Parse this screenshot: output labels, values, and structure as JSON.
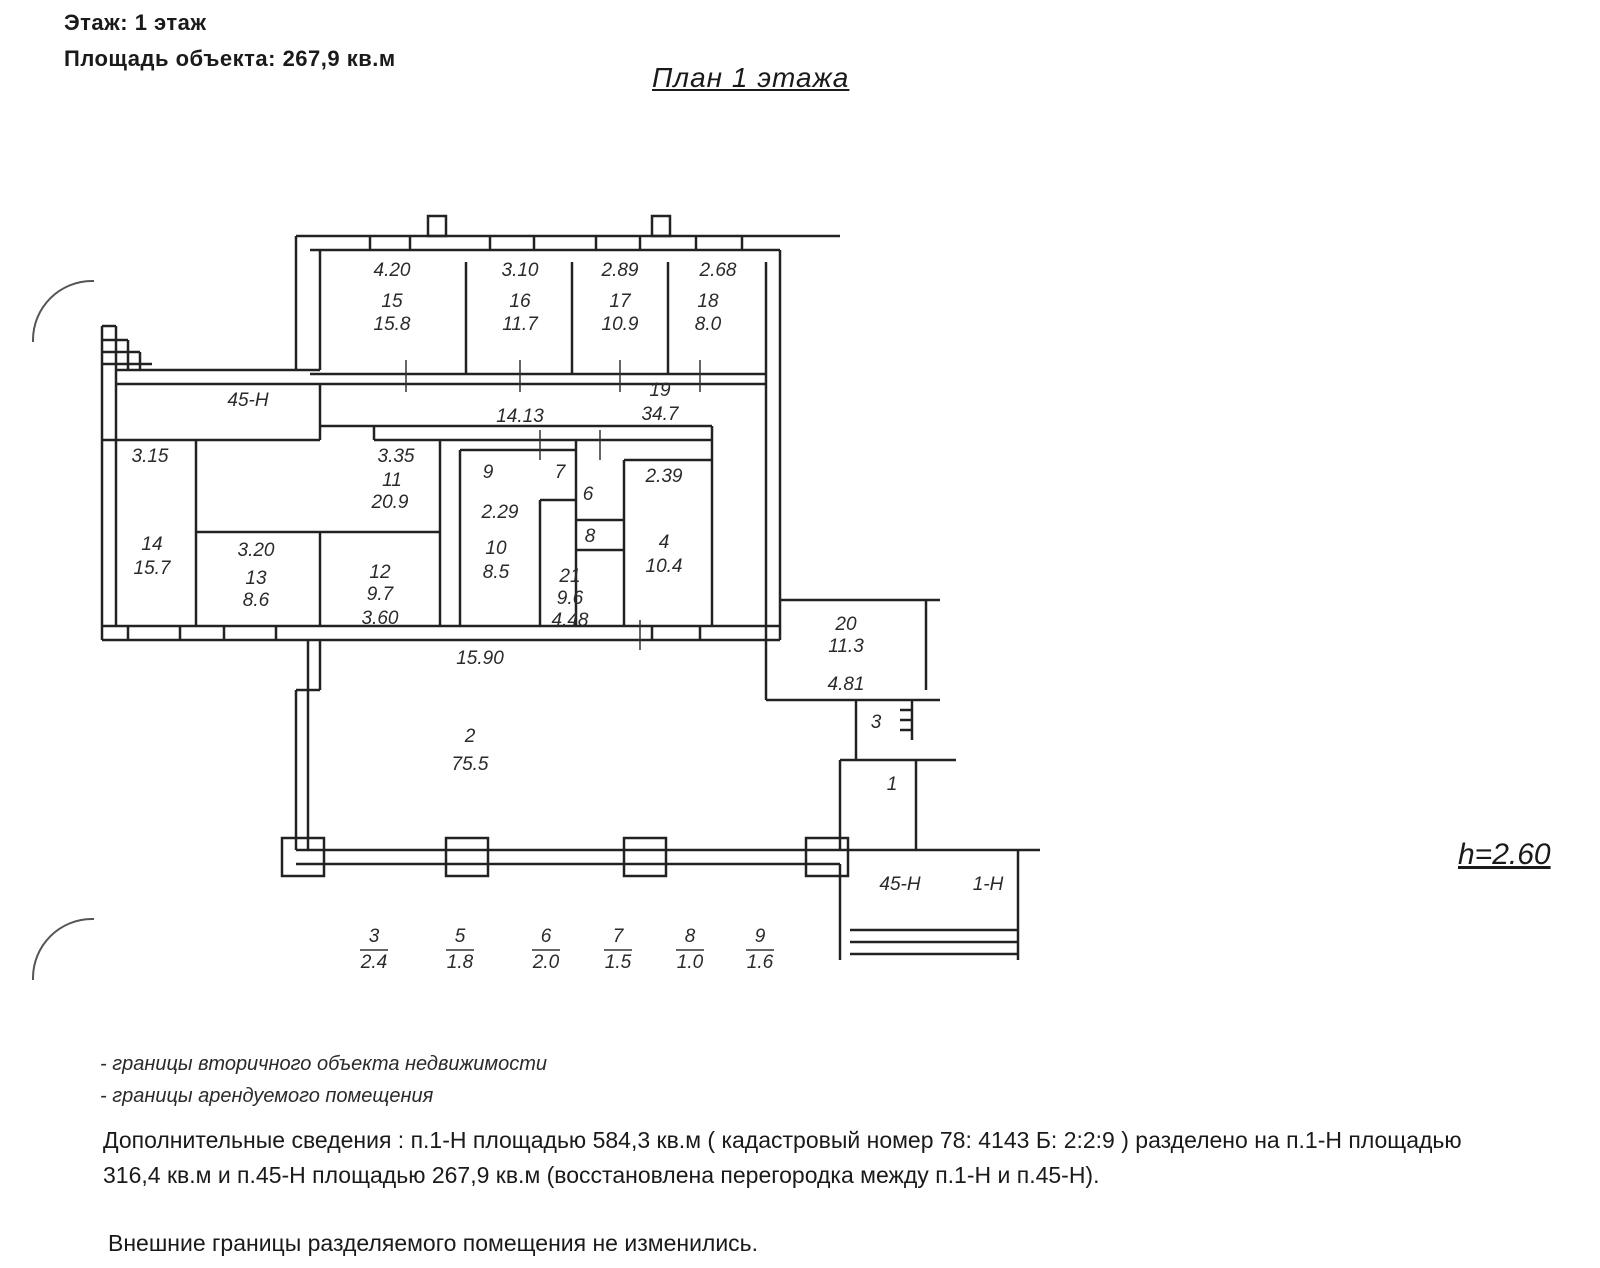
{
  "header": {
    "floor": "Этаж:   1 этаж",
    "area": "Площадь объекта:  267,9  кв.м"
  },
  "plan_title": "План  1  этажа",
  "height_note": "h=2.60",
  "rooms": [
    {
      "id": "15",
      "area": "15.8",
      "top": "4.20"
    },
    {
      "id": "16",
      "area": "11.7",
      "top": "3.10"
    },
    {
      "id": "17",
      "area": "10.9",
      "top": "2.89"
    },
    {
      "id": "18",
      "area": "8.0",
      "top": "2.68"
    },
    {
      "id": "19",
      "area": "34.7"
    },
    {
      "id": "14",
      "area": "15.7",
      "top": "3.15"
    },
    {
      "id": "13",
      "area": "8.6",
      "top": "3.20"
    },
    {
      "id": "12",
      "area": "9.7",
      "top": "3.60"
    },
    {
      "id": "11",
      "area": "20.9",
      "top": "3.35"
    },
    {
      "id": "10",
      "area": "8.5",
      "top": "2.29"
    },
    {
      "id": "21",
      "area": "9.6",
      "top": "4.48"
    },
    {
      "id": "4",
      "area": "10.4",
      "top": "2.39"
    },
    {
      "id": "20",
      "area": "11.3",
      "top": "4.81"
    },
    {
      "id": "2",
      "area": "75.5"
    }
  ],
  "small_rooms": [
    "9",
    "7",
    "6",
    "8",
    "3",
    "1"
  ],
  "labels": {
    "n45_left": "45-Н",
    "corridor": "14.13",
    "corridor_bottom": "15.90",
    "n45_bottom": "45-Н",
    "n1": "1-Н"
  },
  "bottom_table": [
    {
      "no": "3",
      "area": "2.4"
    },
    {
      "no": "5",
      "area": "1.8"
    },
    {
      "no": "6",
      "area": "2.0"
    },
    {
      "no": "7",
      "area": "1.5"
    },
    {
      "no": "8",
      "area": "1.0"
    },
    {
      "no": "9",
      "area": "1.6"
    }
  ],
  "legend": [
    "- границы вторичного  объекта  недвижимости",
    "- границы арендуемого помещения"
  ],
  "info": "Дополнительные сведения : п.1-Н площадью 584,3 кв.м ( кадастровый номер 78: 4143 Б: 2:2:9 ) разделено на п.1-Н  площадью 316,4 кв.м и  п.45-Н площадью  267,9 кв.м (восстановлена перегородка между п.1-Н и п.45-Н).",
  "note": "Внешние границы разделяемого помещения не изменились."
}
